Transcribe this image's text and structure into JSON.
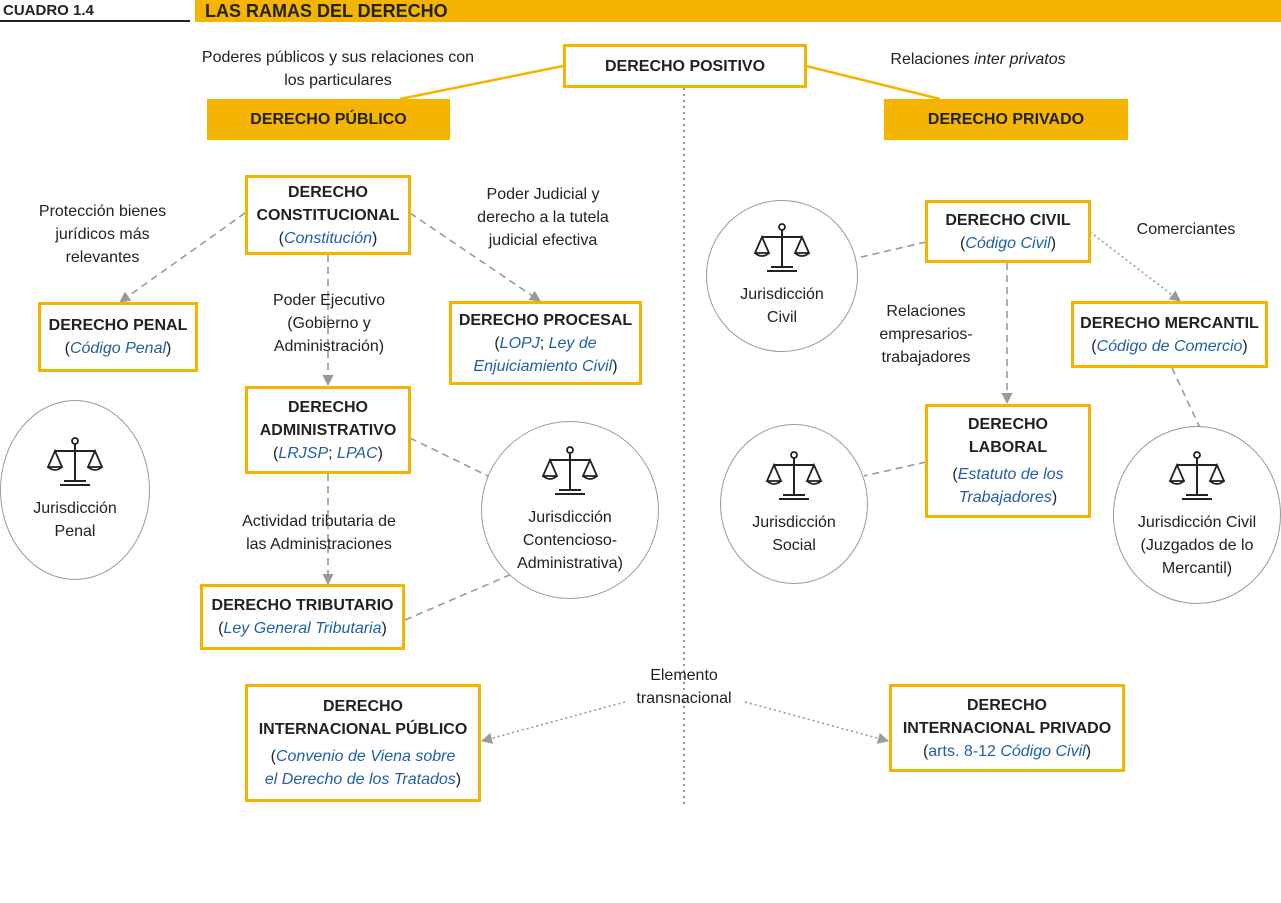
{
  "header": {
    "code": "CUADRO 1.4",
    "title": "LAS RAMAS DEL DERECHO"
  },
  "nodes": {
    "positivo": {
      "title": "DERECHO POSITIVO"
    },
    "publico": {
      "title": "DERECHO PÚBLICO"
    },
    "privado": {
      "title": "DERECHO PRIVADO"
    },
    "constitucional": {
      "title1": "DERECHO",
      "title2": "CONSTITUCIONAL",
      "source": "Constitución"
    },
    "penal": {
      "title": "DERECHO PENAL",
      "source": "Código Penal"
    },
    "procesal": {
      "title": "DERECHO PROCESAL",
      "source_a": "LOPJ",
      "source_b": "Ley de",
      "source_c": "Enjuiciamiento Civil"
    },
    "administrativo": {
      "title1": "DERECHO",
      "title2": "ADMINISTRATIVO",
      "source_a": "LRJSP",
      "source_b": "LPAC"
    },
    "tributario": {
      "title": "DERECHO TRIBUTARIO",
      "source": "Ley General Tributaria"
    },
    "int_publico": {
      "title1": "DERECHO",
      "title2": "INTERNACIONAL PÚBLICO",
      "source1": "Convenio de Viena sobre",
      "source2": "el Derecho de los Tratados"
    },
    "civil": {
      "title": "DERECHO CIVIL",
      "source": "Código Civil"
    },
    "mercantil": {
      "title": "DERECHO MERCANTIL",
      "source": "Código de Comercio"
    },
    "laboral": {
      "title1": "DERECHO",
      "title2": "LABORAL",
      "source1": "Estatuto de los",
      "source2": "Trabajadores"
    },
    "int_privado": {
      "title1": "DERECHO",
      "title2": "INTERNACIONAL PRIVADO",
      "source_prefix": "arts. 8-12",
      "source": "Código Civil"
    }
  },
  "labels": {
    "poderes1": "Poderes públicos y sus relaciones con",
    "poderes2": "los particulares",
    "relaciones_a": "Relaciones",
    "relaciones_b": "inter privatos",
    "proteccion1": "Protección bienes",
    "proteccion2": "jurídicos más",
    "proteccion3": "relevantes",
    "poder_judicial1": "Poder Judicial y",
    "poder_judicial2": "derecho a la tutela",
    "poder_judicial3": "judicial efectiva",
    "poder_ejecutivo1": "Poder Ejecutivo",
    "poder_ejecutivo2": "(Gobierno y",
    "poder_ejecutivo3": "Administración)",
    "actividad1": "Actividad tributaria de",
    "actividad2": "las Administraciones",
    "elemento1": "Elemento",
    "elemento2": "transnacional",
    "comerciantes": "Comerciantes",
    "emp1": "Relaciones",
    "emp2": "empresarios-",
    "emp3": "trabajadores"
  },
  "circles": {
    "penal": {
      "line1": "Jurisdicción",
      "line2": "Penal"
    },
    "contencioso": {
      "line1": "Jurisdicción",
      "line2": "Contencioso-",
      "line3": "Administrativa)"
    },
    "civil": {
      "line1": "Jurisdicción",
      "line2": "Civil"
    },
    "social": {
      "line1": "Jurisdicción",
      "line2": "Social"
    },
    "mercantil": {
      "line1": "Jurisdicción Civil",
      "line2": "(Juzgados de lo",
      "line3": "Mercantil)"
    }
  },
  "icons": {
    "scales": "scales-of-justice-icon"
  },
  "colors": {
    "accent": "#f4b400",
    "reference": "#1f5fa8",
    "connector": "#9a9a9a"
  }
}
